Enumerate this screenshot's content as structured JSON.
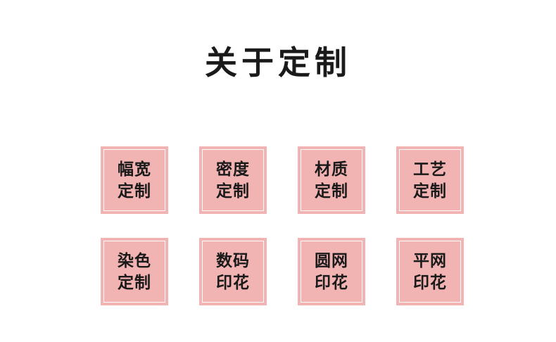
{
  "page": {
    "background": "#ffffff",
    "title": "关于定制"
  },
  "theme": {
    "card_fill": "#f2b3b3",
    "card_border": "#ffffff",
    "text_color": "#1a1a1a"
  },
  "grid": {
    "rows": [
      {
        "cells": [
          {
            "line1": "幅宽",
            "line2": "定制"
          },
          {
            "line1": "密度",
            "line2": "定制"
          },
          {
            "line1": "材质",
            "line2": "定制"
          },
          {
            "line1": "工艺",
            "line2": "定制"
          }
        ]
      },
      {
        "cells": [
          {
            "line1": "染色",
            "line2": "定制"
          },
          {
            "line1": "数码",
            "line2": "印花"
          },
          {
            "line1": "圆网",
            "line2": "印花"
          },
          {
            "line1": "平网",
            "line2": "印花"
          }
        ]
      }
    ]
  }
}
